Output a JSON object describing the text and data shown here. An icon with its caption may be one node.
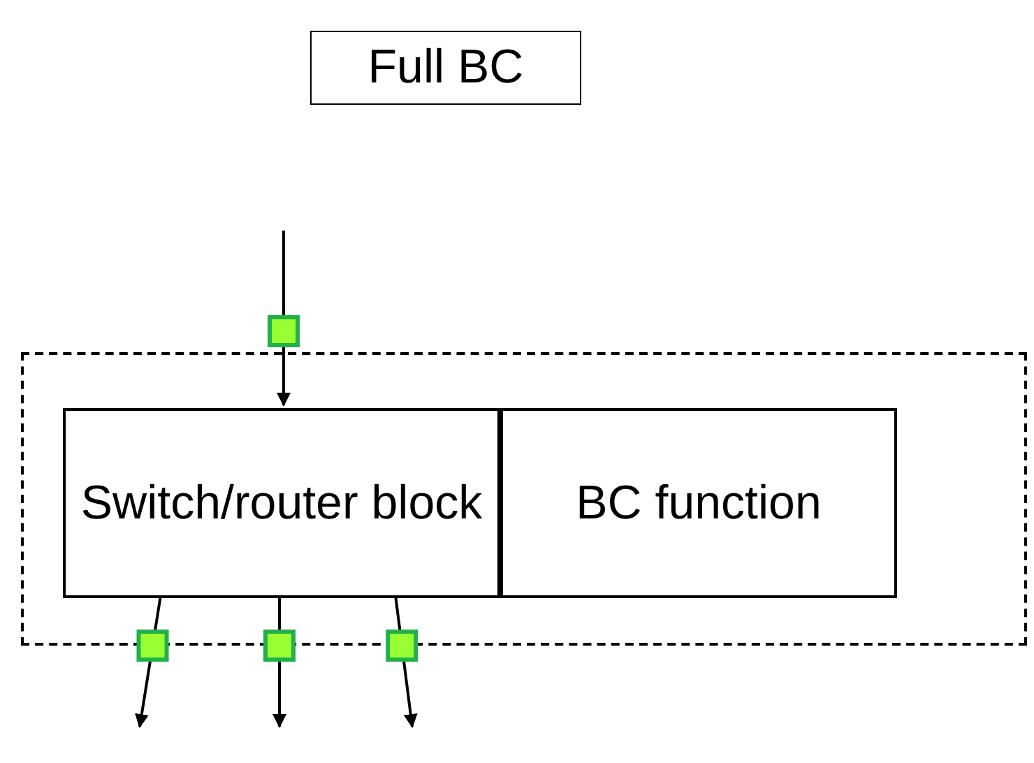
{
  "diagram": {
    "title": "Full BC",
    "nodes": [
      {
        "text": [],
        "shape": "box"
      },
      {
        "text": [
          "Switch/router block"
        ],
        "in": 0
      },
      {
        "text": [
          "BC function"
        ],
        "in": 0
      }
    ],
    "edges": [
      {
        "from": null,
        "to": 1,
        "arrow": "to"
      },
      {
        "from": 1,
        "to": null,
        "arrow": "to"
      },
      {
        "from": 1,
        "to": null,
        "arrow": "to"
      },
      {
        "from": 1,
        "to": null,
        "arrow": "to"
      }
    ]
  }
}
